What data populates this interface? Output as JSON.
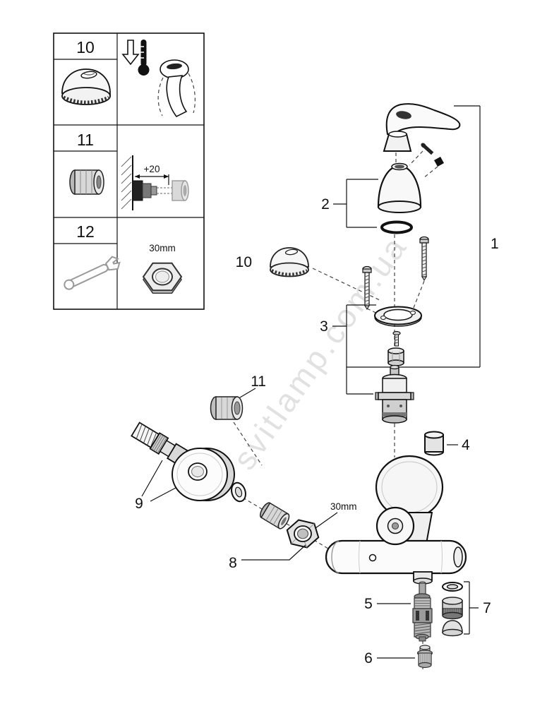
{
  "watermark": "svitlamp.com.ua",
  "legend": {
    "rows": [
      {
        "number": "10"
      },
      {
        "number": "11",
        "dimension": "+20"
      },
      {
        "number": "12",
        "dimension": "30mm"
      }
    ]
  },
  "callouts": {
    "n1": "1",
    "n2": "2",
    "n3": "3",
    "n4": "4",
    "n5": "5",
    "n6": "6",
    "n7": "7",
    "n8": "8",
    "n9": "9",
    "n10": "10",
    "n11": "11",
    "nut_size": "30mm"
  },
  "colors": {
    "line": "#111111",
    "watermark": "#c9c9c9"
  }
}
